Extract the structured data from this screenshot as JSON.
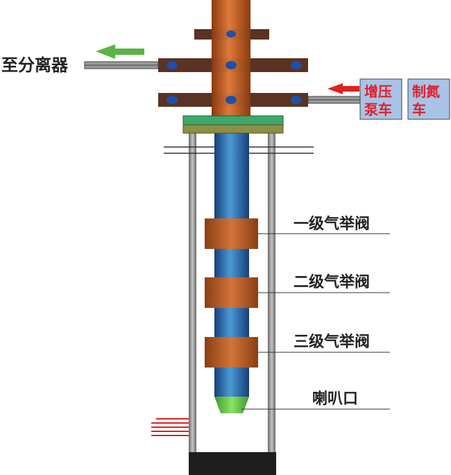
{
  "labels": {
    "separator": "至分离器",
    "booster_line1": "增压",
    "booster_line2": "泵车",
    "nitrogen_line1": "制氮",
    "nitrogen_line2": "车",
    "valve1": "一级气举阀",
    "valve2": "二级气举阀",
    "valve3": "三级气举阀",
    "bell_mouth": "喇叭口"
  },
  "colors": {
    "tubing_top": "#c85a1e",
    "tubing_blue": "#2a6fb2",
    "valve": "#b85a24",
    "flange": "#5a3323",
    "bolt": "#1f50a8",
    "casing": "#8a8a8a",
    "green_plate": "#3ea86b",
    "olive_plate": "#8c8f44",
    "truck_box": "#a9c3e6",
    "bell_mouth": "#5fc445",
    "bottom_plug": "#1e1e1e",
    "arrow_green": "#59b443",
    "arrow_red": "#e02020"
  }
}
